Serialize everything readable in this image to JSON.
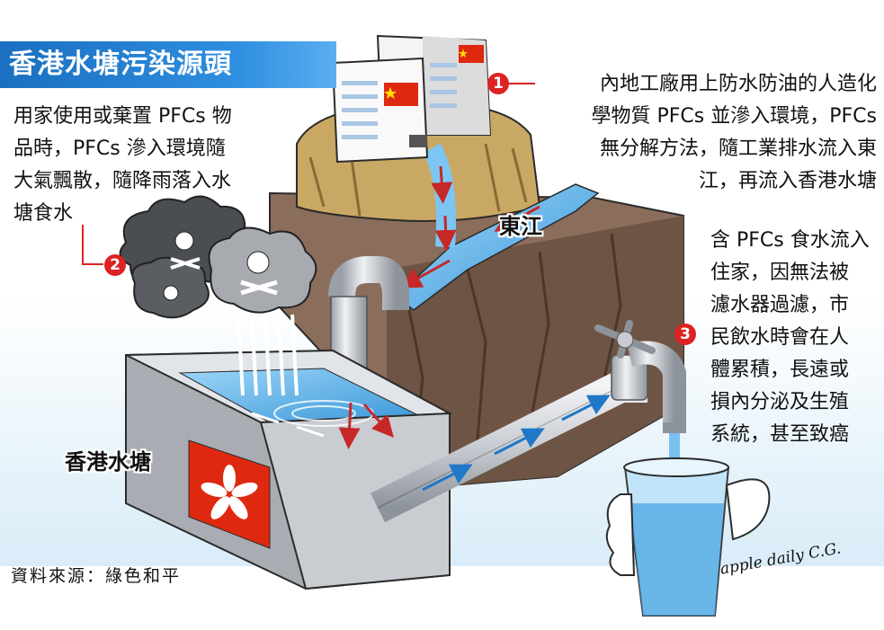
{
  "title": "香港水塘污染源頭",
  "notes": {
    "n1": "內地工廠用上防水防油的人造化\n學物質 PFCs 並滲入環境，PFCs\n無分解方法，隨工業排水流入東\n江，再流入香港水塘",
    "n2": "用家使用或棄置 PFCs 物\n品時，PFCs 滲入環境隨\n大氣飄散，隨降雨落入水\n塘食水",
    "n3": "含 PFCs 食水流入\n住家，因無法被\n濾水器過濾，市\n民飲水時會在人\n體累積，長遠或\n損內分泌及生殖\n系統，甚至致癌"
  },
  "badges": {
    "b1": "1",
    "b2": "2",
    "b3": "3"
  },
  "labels": {
    "river": "東江",
    "reservoir": "香港水塘"
  },
  "source": "資料來源：綠色和平",
  "signature": "apple daily C.G.",
  "colors": {
    "banner_blue": "#1a6fc0",
    "water_blue": "#5ab4ec",
    "arrow_red": "#c62828",
    "badge_red": "#dd2222",
    "cliff_brown": "#8a6d5a",
    "hill_tan": "#c9a864",
    "tank_gray": "#b9bcc0"
  },
  "icons": [
    "factory-icon",
    "china-flag-icon",
    "pollution-cloud-icon",
    "skull-crossbones-icon",
    "faucet-icon",
    "water-glass-icon",
    "hong-kong-flag-icon"
  ]
}
